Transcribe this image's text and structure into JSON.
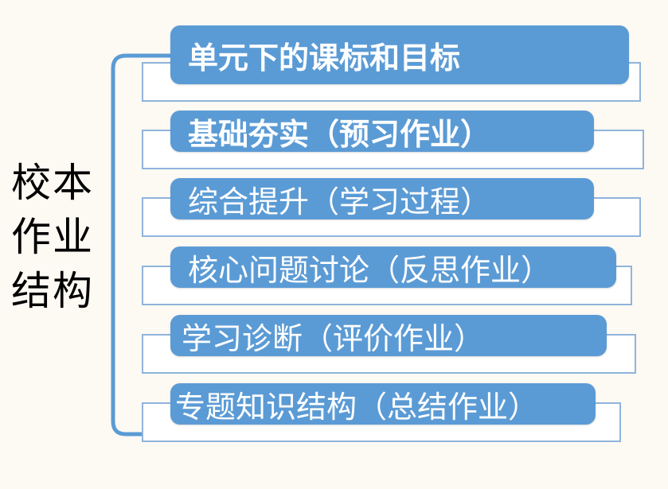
{
  "root": {
    "label_lines": [
      "校本",
      "作业",
      "结构"
    ]
  },
  "items": [
    {
      "label": "单元下的课标和目标"
    },
    {
      "label": "基础夯实（预习作业）"
    },
    {
      "label": "综合提升（学习过程）"
    },
    {
      "label": "核心问题讨论（反思作业）"
    },
    {
      "label": "学习诊断（评价作业）"
    },
    {
      "label": "专题知识结构（总结作业）"
    }
  ],
  "colors": {
    "pill": "#5b9bd5",
    "outline": "#8fb4dc",
    "bracket": "#5b9bd5",
    "background": "#fdf9f3"
  }
}
